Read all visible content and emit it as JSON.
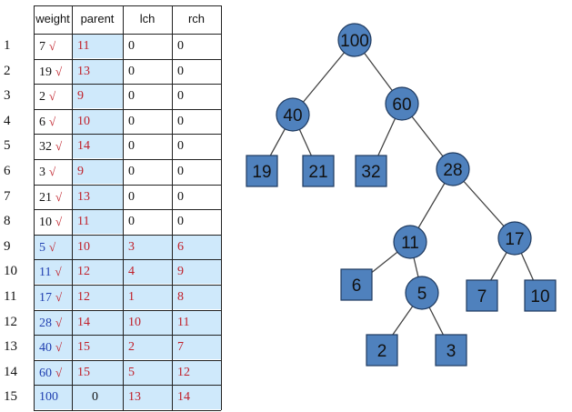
{
  "table": {
    "headers": [
      "weight",
      "parent",
      "lch",
      "rch"
    ],
    "check_mark": "√",
    "rows": [
      {
        "num": "1",
        "weight": "7",
        "checked": true,
        "parent": "11",
        "lch": "0",
        "rch": "0"
      },
      {
        "num": "2",
        "weight": "19",
        "checked": true,
        "parent": "13",
        "lch": "0",
        "rch": "0"
      },
      {
        "num": "3",
        "weight": "2",
        "checked": true,
        "parent": "9",
        "lch": "0",
        "rch": "0"
      },
      {
        "num": "4",
        "weight": "6",
        "checked": true,
        "parent": "10",
        "lch": "0",
        "rch": "0"
      },
      {
        "num": "5",
        "weight": "32",
        "checked": true,
        "parent": "14",
        "lch": "0",
        "rch": "0"
      },
      {
        "num": "6",
        "weight": "3",
        "checked": true,
        "parent": "9",
        "lch": "0",
        "rch": "0"
      },
      {
        "num": "7",
        "weight": "21",
        "checked": true,
        "parent": "13",
        "lch": "0",
        "rch": "0"
      },
      {
        "num": "8",
        "weight": "10",
        "checked": true,
        "parent": "11",
        "lch": "0",
        "rch": "0"
      },
      {
        "num": "9",
        "weight": "5",
        "checked": true,
        "parent": "10",
        "lch": "3",
        "rch": "6"
      },
      {
        "num": "10",
        "weight": "11",
        "checked": true,
        "parent": "12",
        "lch": "4",
        "rch": "9"
      },
      {
        "num": "11",
        "weight": "17",
        "checked": true,
        "parent": "12",
        "lch": "1",
        "rch": "8"
      },
      {
        "num": "12",
        "weight": "28",
        "checked": true,
        "parent": "14",
        "lch": "10",
        "rch": "11"
      },
      {
        "num": "13",
        "weight": "40",
        "checked": true,
        "parent": "15",
        "lch": "2",
        "rch": "7"
      },
      {
        "num": "14",
        "weight": "60",
        "checked": true,
        "parent": "15",
        "lch": "5",
        "rch": "12"
      },
      {
        "num": "15",
        "weight": "100",
        "checked": false,
        "parent": "0",
        "lch": "13",
        "rch": "14"
      }
    ]
  },
  "tree": {
    "nodes": [
      {
        "id": "n100",
        "label": "100",
        "shape": "circle"
      },
      {
        "id": "n40",
        "label": "40",
        "shape": "circle"
      },
      {
        "id": "n60",
        "label": "60",
        "shape": "circle"
      },
      {
        "id": "n19",
        "label": "19",
        "shape": "square"
      },
      {
        "id": "n21",
        "label": "21",
        "shape": "square"
      },
      {
        "id": "n32",
        "label": "32",
        "shape": "square"
      },
      {
        "id": "n28",
        "label": "28",
        "shape": "circle"
      },
      {
        "id": "n11",
        "label": "11",
        "shape": "circle"
      },
      {
        "id": "n17",
        "label": "17",
        "shape": "circle"
      },
      {
        "id": "n6",
        "label": "6",
        "shape": "square"
      },
      {
        "id": "n5",
        "label": "5",
        "shape": "circle"
      },
      {
        "id": "n7",
        "label": "7",
        "shape": "square"
      },
      {
        "id": "n10",
        "label": "10",
        "shape": "square"
      },
      {
        "id": "n2",
        "label": "2",
        "shape": "square"
      },
      {
        "id": "n3",
        "label": "3",
        "shape": "square"
      }
    ],
    "edges": [
      [
        "n100",
        "n40"
      ],
      [
        "n100",
        "n60"
      ],
      [
        "n40",
        "n19"
      ],
      [
        "n40",
        "n21"
      ],
      [
        "n60",
        "n32"
      ],
      [
        "n60",
        "n28"
      ],
      [
        "n28",
        "n11"
      ],
      [
        "n28",
        "n17"
      ],
      [
        "n11",
        "n6"
      ],
      [
        "n11",
        "n5"
      ],
      [
        "n17",
        "n7"
      ],
      [
        "n17",
        "n10"
      ],
      [
        "n5",
        "n2"
      ],
      [
        "n5",
        "n3"
      ]
    ],
    "colors": {
      "fill": "#4f81bd",
      "stroke": "#1f3a5f"
    }
  }
}
